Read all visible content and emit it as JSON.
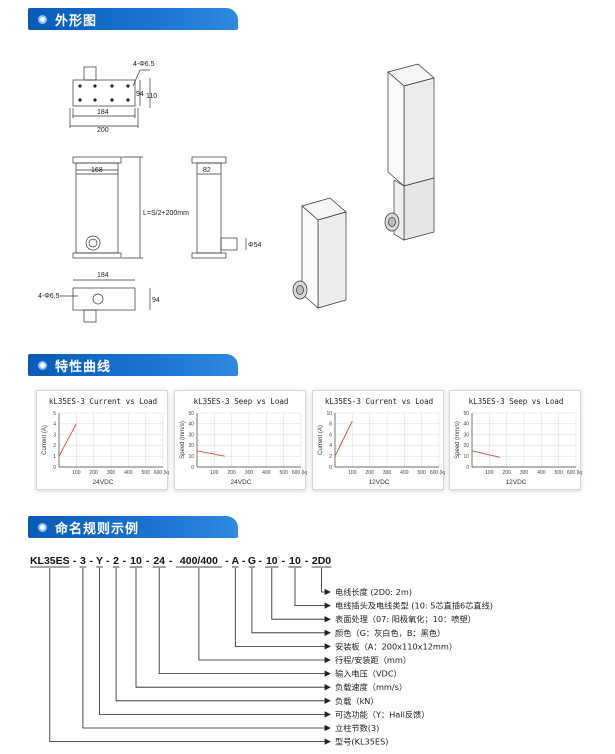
{
  "sections": {
    "outline": "外形图",
    "curves": "特性曲线",
    "naming": "命名规则示例"
  },
  "drawings": {
    "top_view": {
      "hole_note": "4-Φ6.5",
      "dim_height_inner": "94",
      "dim_height_outer": "110",
      "dim_width_inner": "184",
      "dim_width_outer": "200"
    },
    "front_view": {
      "dim_width": "168",
      "dim_length": "L=S/2+200mm"
    },
    "side_view": {
      "dim_width": "82",
      "dim_dia": "Φ54"
    },
    "bottom_view": {
      "hole_note": "4-Φ6.5",
      "dim_width": "184",
      "dim_height": "94"
    }
  },
  "chart_data": [
    {
      "type": "line",
      "title": "kL35ES-3 Current vs Load",
      "xlabel": "",
      "ylabel": "Current (A)",
      "caption": "24VDC",
      "x_ticks": [
        "100",
        "200",
        "300",
        "400",
        "500",
        "600 (kg)"
      ],
      "y_ticks": [
        "0",
        "1",
        "2",
        "3",
        "4",
        "5"
      ],
      "xlim": [
        0,
        600
      ],
      "ylim": [
        0,
        5
      ],
      "series": [
        {
          "x": [
            0,
            100
          ],
          "y": [
            1.0,
            4.0
          ],
          "color": "#e0443c"
        }
      ]
    },
    {
      "type": "line",
      "title": "kL35ES-3 Seep  vs Load",
      "xlabel": "",
      "ylabel": "Speed (mm/s)",
      "caption": "24VDC",
      "x_ticks": [
        "100",
        "200",
        "300",
        "400",
        "500",
        "600 (kg)"
      ],
      "y_ticks": [
        "0",
        "10",
        "20",
        "30",
        "40",
        "50"
      ],
      "xlim": [
        0,
        600
      ],
      "ylim": [
        0,
        50
      ],
      "series": [
        {
          "x": [
            0,
            160
          ],
          "y": [
            15,
            10
          ],
          "color": "#e0443c"
        }
      ]
    },
    {
      "type": "line",
      "title": "kL35ES-3 Current vs Load",
      "xlabel": "",
      "ylabel": "Current (A)",
      "caption": "12VDC",
      "x_ticks": [
        "100",
        "200",
        "300",
        "400",
        "500",
        "600 (kg)"
      ],
      "y_ticks": [
        "0",
        "2",
        "4",
        "6",
        "8",
        "10"
      ],
      "xlim": [
        0,
        600
      ],
      "ylim": [
        0,
        10
      ],
      "series": [
        {
          "x": [
            0,
            100
          ],
          "y": [
            2.0,
            8.5
          ],
          "color": "#e0443c"
        }
      ]
    },
    {
      "type": "line",
      "title": "kL35ES-3 Seep  vs Load",
      "xlabel": "",
      "ylabel": "Speed (mm/s)",
      "caption": "12VDC",
      "x_ticks": [
        "100",
        "200",
        "300",
        "400",
        "500",
        "600 (kg)"
      ],
      "y_ticks": [
        "0",
        "10",
        "20",
        "30",
        "40",
        "50"
      ],
      "xlim": [
        0,
        600
      ],
      "ylim": [
        0,
        50
      ],
      "series": [
        {
          "x": [
            0,
            160
          ],
          "y": [
            15,
            9
          ],
          "color": "#e0443c"
        }
      ]
    }
  ],
  "naming": {
    "code_segments": [
      "KL35ES",
      "-",
      "3",
      "-",
      "Y",
      "-",
      "2",
      "-",
      "10",
      "-",
      "24",
      "-",
      "400/400",
      "-",
      "A",
      "-",
      "G",
      "-",
      "10",
      "-",
      "10",
      "-",
      "2D0"
    ],
    "legend": [
      "电线长度 (2D0: 2m)",
      "电线插头及电线类型 (10: 5芯直插6芯直线)",
      "表面处理（07: 阳极氧化；10：喷塑）",
      "颜色（G：灰白色，B：黑色）",
      "安装板（A：200x110x12mm）",
      "行程/安装距（mm）",
      "输入电压（VDC）",
      "负载速度（mm/s）",
      "负载（kN）",
      "可选功能（Y：Hall反馈）",
      "立柱节数(3)",
      "型号(KL35ES)"
    ]
  },
  "colors": {
    "header_blue": "#0a5bb8",
    "curve_red": "#e0443c",
    "grid": "#d9d9d9"
  }
}
